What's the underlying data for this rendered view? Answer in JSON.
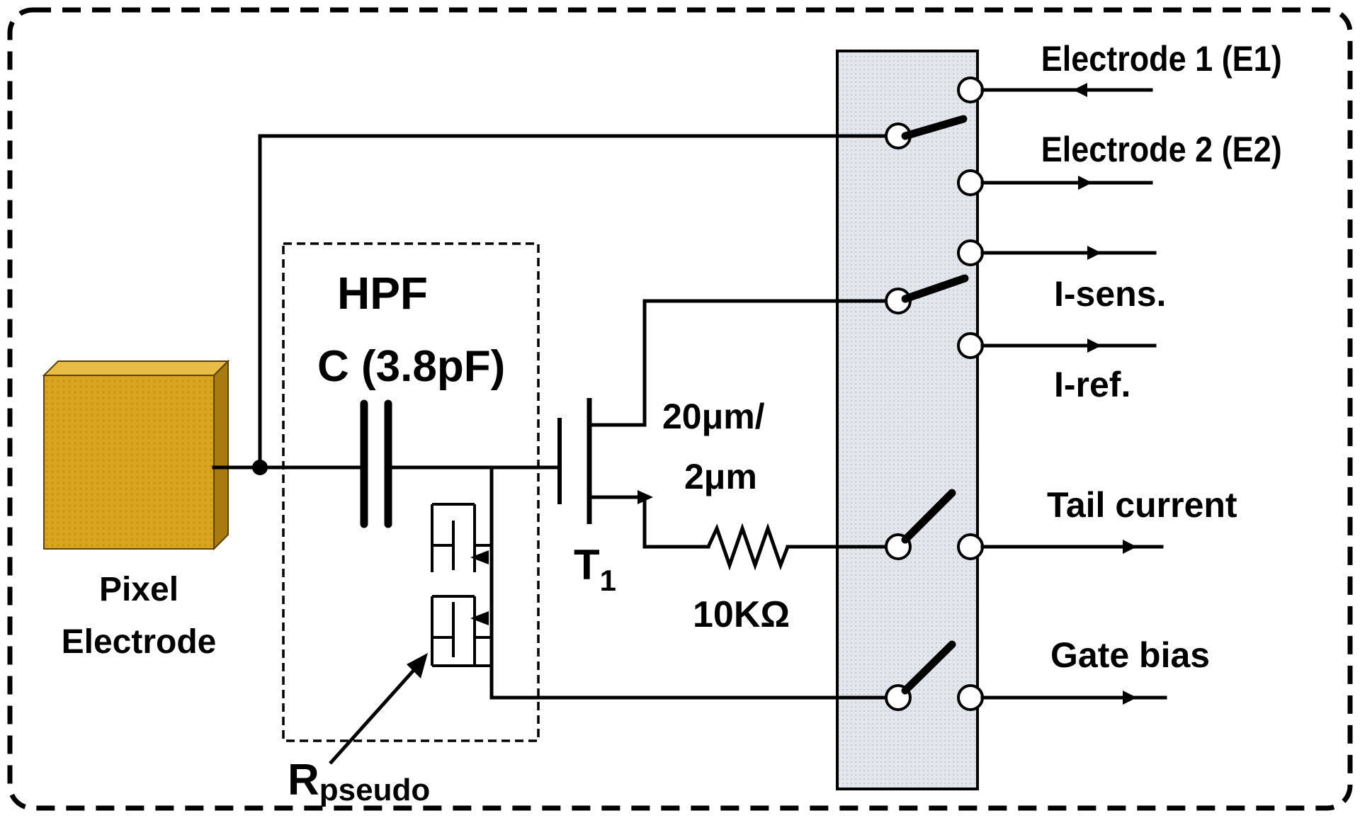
{
  "labels": {
    "electrode1": "Electrode 1 (E1)",
    "electrode2": "Electrode 2 (E2)",
    "i_sens": "I-sens.",
    "i_ref": "I-ref.",
    "hpf": "HPF",
    "capacitor": "C (3.8pF)",
    "transistor_size_line1": "20μm/",
    "transistor_size_line2": "2μm",
    "tail_current": "Tail current",
    "gate_bias": "Gate bias",
    "transistor_name": "T",
    "transistor_subscript": "1",
    "resistor_value": "10KΩ",
    "pixel_line1": "Pixel",
    "pixel_line2": "Electrode",
    "rpseudo_main": "R",
    "rpseudo_sub": "pseudo"
  },
  "colors": {
    "pixel_electrode_fill": "#d9a520",
    "pixel_electrode_top": "#e8bd45",
    "pixel_electrode_side": "#a97a10",
    "switch_panel_fill": "#dfe4ea",
    "line": "#000000"
  }
}
